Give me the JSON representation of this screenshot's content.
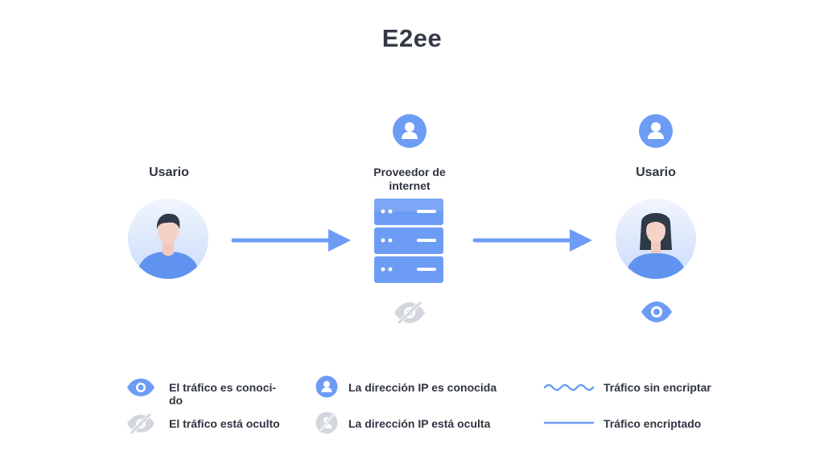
{
  "title": "E2ee",
  "nodes": {
    "user_left": {
      "label": "Usario"
    },
    "isp": {
      "label_line1": "Proveedor de",
      "label_line2": "internet"
    },
    "user_right": {
      "label": "Usario"
    }
  },
  "legend": {
    "traffic_known_line1": "El tráfico es conoci-",
    "traffic_known_line2": "do",
    "traffic_hidden": "El tráfico está oculto",
    "ip_known": "La dirección IP es conocida",
    "ip_hidden": "La dirección IP está oculta",
    "unencrypted": "Tráfico sin encriptar",
    "encrypted": "Tráfico encriptado"
  },
  "colors": {
    "accent": "#6d9cf5",
    "accent_light": "#a9c4f8",
    "muted": "#d3d6dc",
    "text": "#2f3440"
  },
  "icons": [
    "user-avatar-male",
    "user-avatar-female",
    "server-icon",
    "eye-icon",
    "eye-slash-icon",
    "person-icon",
    "person-slash-icon"
  ]
}
